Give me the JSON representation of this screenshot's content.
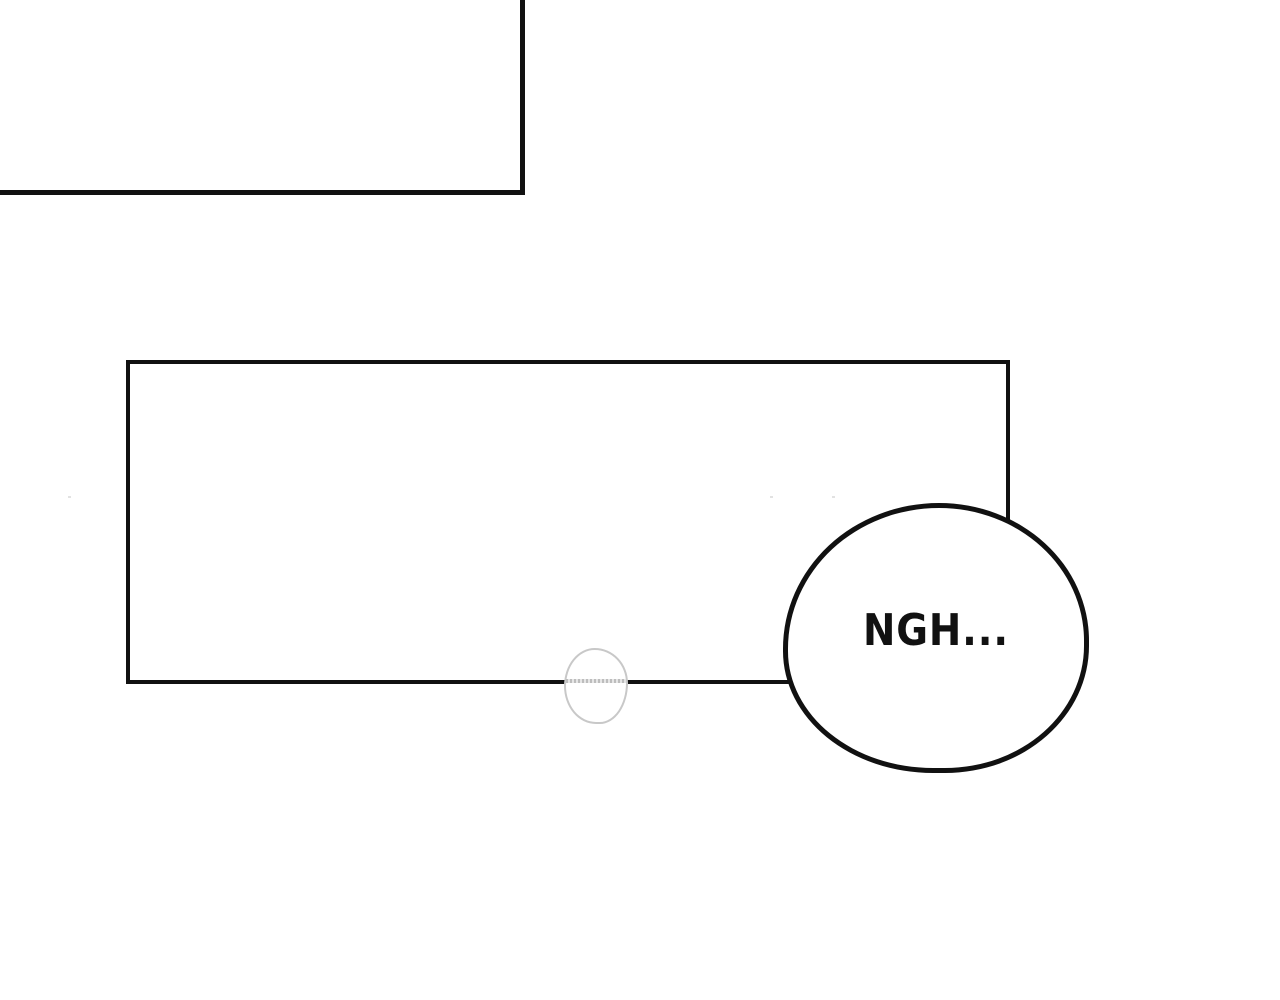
{
  "page": {
    "background_color": "#ffffff",
    "ink_color": "#111111"
  },
  "panels": [
    {
      "name": "top-panel"
    },
    {
      "name": "middle-panel"
    }
  ],
  "speech_bubble": {
    "text": "NGH..."
  },
  "small_bubble": {
    "border_color": "#c8c8c8"
  }
}
